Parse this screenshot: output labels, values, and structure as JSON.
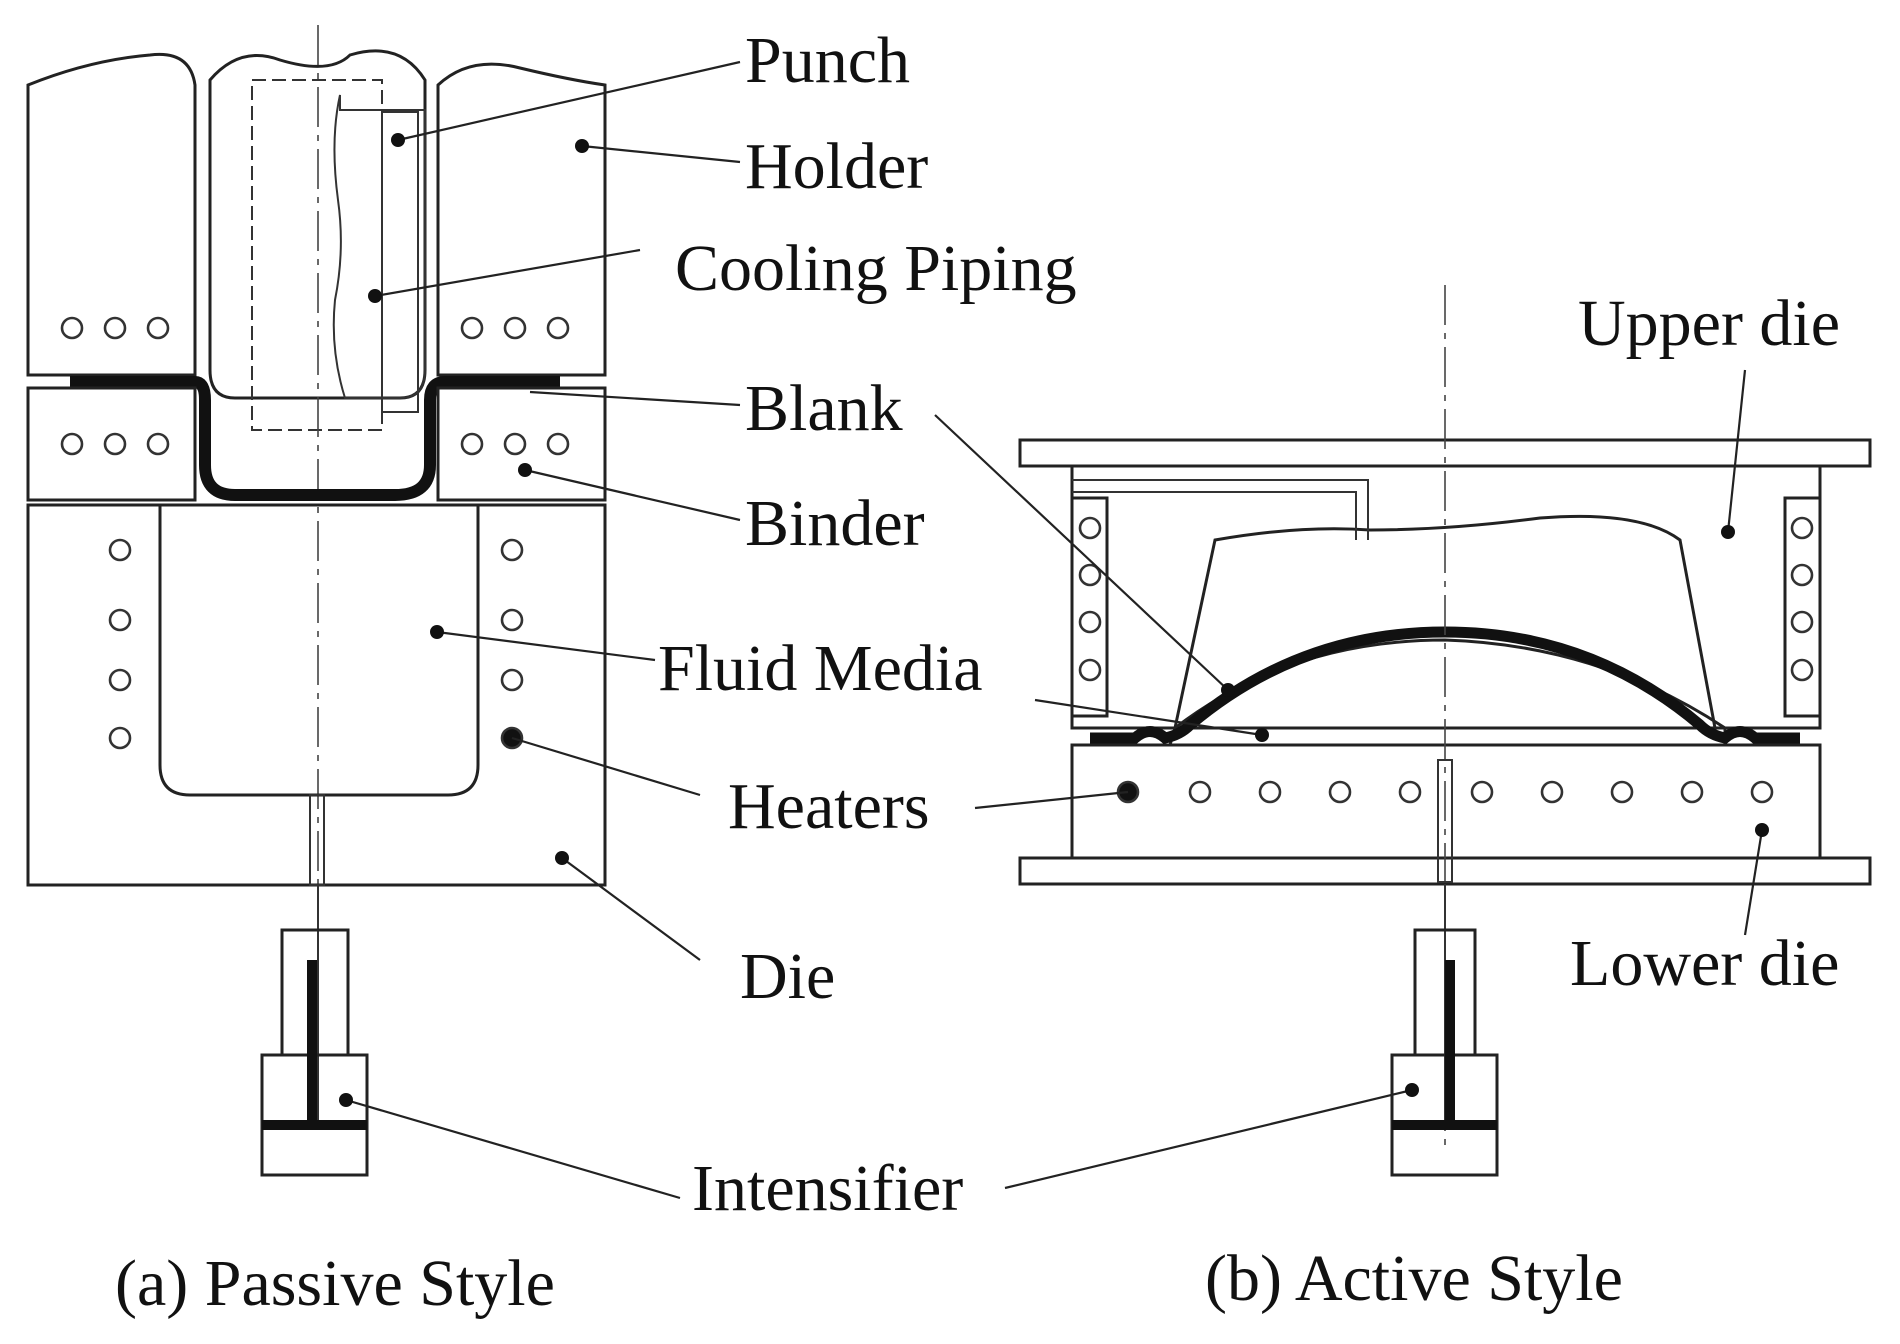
{
  "labels": {
    "punch": "Punch",
    "holder": "Holder",
    "cooling_piping": "Cooling Piping",
    "blank": "Blank",
    "binder": "Binder",
    "fluid_media": "Fluid Media",
    "heaters": "Heaters",
    "die": "Die",
    "intensifier": "Intensifier",
    "upper_die": "Upper die",
    "lower_die": "Lower die"
  },
  "captions": {
    "a": "(a) Passive Style",
    "b": "(b) Active Style"
  }
}
